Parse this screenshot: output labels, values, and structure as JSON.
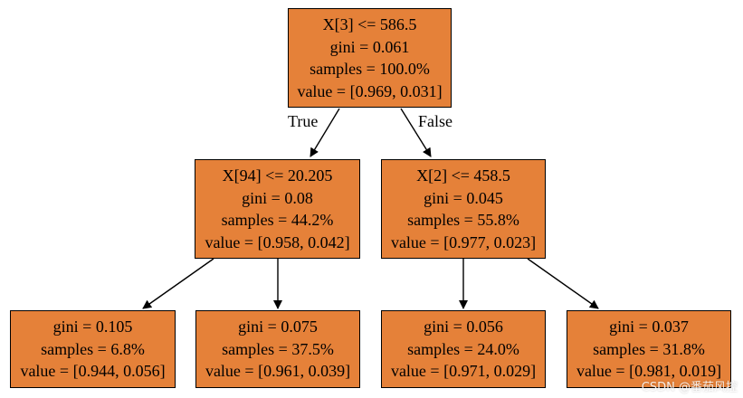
{
  "colors": {
    "node_fill": "#e58139",
    "node_border": "#000000",
    "edge": "#000000"
  },
  "tree": {
    "root": {
      "split": "X[3] <= 586.5",
      "gini": "gini = 0.061",
      "samples": "samples = 100.0%",
      "value": "value = [0.969, 0.031]"
    },
    "left": {
      "split": "X[94] <= 20.205",
      "gini": "gini = 0.08",
      "samples": "samples = 44.2%",
      "value": "value = [0.958, 0.042]"
    },
    "right": {
      "split": "X[2] <= 458.5",
      "gini": "gini = 0.045",
      "samples": "samples = 55.8%",
      "value": "value = [0.977, 0.023]"
    },
    "leaf_ll": {
      "gini": "gini = 0.105",
      "samples": "samples = 6.8%",
      "value": "value = [0.944, 0.056]"
    },
    "leaf_lr": {
      "gini": "gini = 0.075",
      "samples": "samples = 37.5%",
      "value": "value = [0.961, 0.039]"
    },
    "leaf_rl": {
      "gini": "gini = 0.056",
      "samples": "samples = 24.0%",
      "value": "value = [0.971, 0.029]"
    },
    "leaf_rr": {
      "gini": "gini = 0.037",
      "samples": "samples = 31.8%",
      "value": "value = [0.981, 0.019]"
    }
  },
  "edge_labels": {
    "true_label": "True",
    "false_label": "False"
  },
  "watermark": "CSDN @番茄风控"
}
